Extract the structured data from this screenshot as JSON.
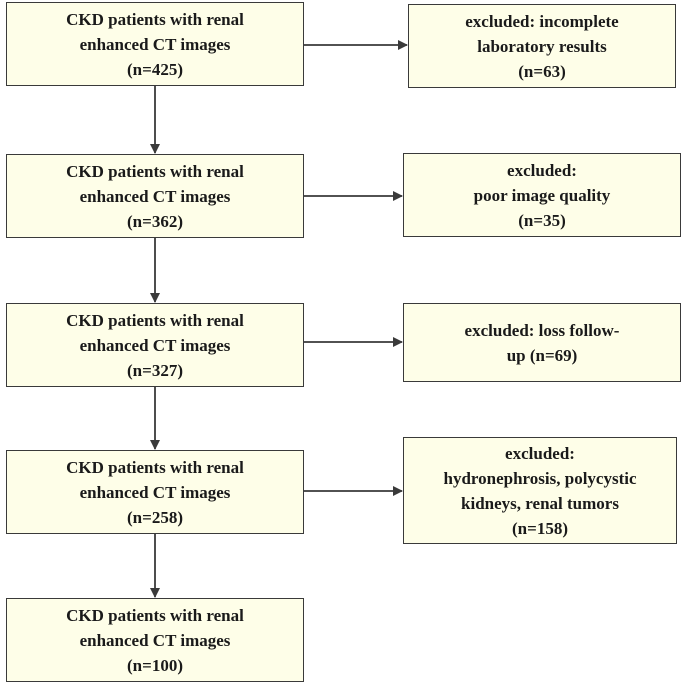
{
  "main_boxes": [
    {
      "lines": [
        "CKD patients with renal",
        "enhanced CT images",
        "(n=425)"
      ]
    },
    {
      "lines": [
        "CKD patients with renal",
        "enhanced CT images",
        "(n=362)"
      ]
    },
    {
      "lines": [
        "CKD patients with renal",
        "enhanced CT images",
        "(n=327)"
      ]
    },
    {
      "lines": [
        "CKD patients with renal",
        "enhanced CT images",
        "(n=258)"
      ]
    },
    {
      "lines": [
        "CKD patients with renal",
        "enhanced CT images",
        "(n=100)"
      ]
    }
  ],
  "exclusion_boxes": [
    {
      "lines": [
        "excluded: incomplete",
        "laboratory results",
        "(n=63)"
      ]
    },
    {
      "lines": [
        "excluded:",
        "poor image quality",
        "(n=35)"
      ]
    },
    {
      "lines": [
        "excluded: loss follow-",
        "up (n=69)"
      ]
    },
    {
      "lines": [
        "excluded:",
        "hydronephrosis, polycystic",
        "kidneys, renal tumors",
        "(n=158)"
      ]
    }
  ],
  "colors": {
    "box_fill": "#fefee8",
    "border": "#3a3a3a",
    "arrow": "#3a3a3a"
  }
}
